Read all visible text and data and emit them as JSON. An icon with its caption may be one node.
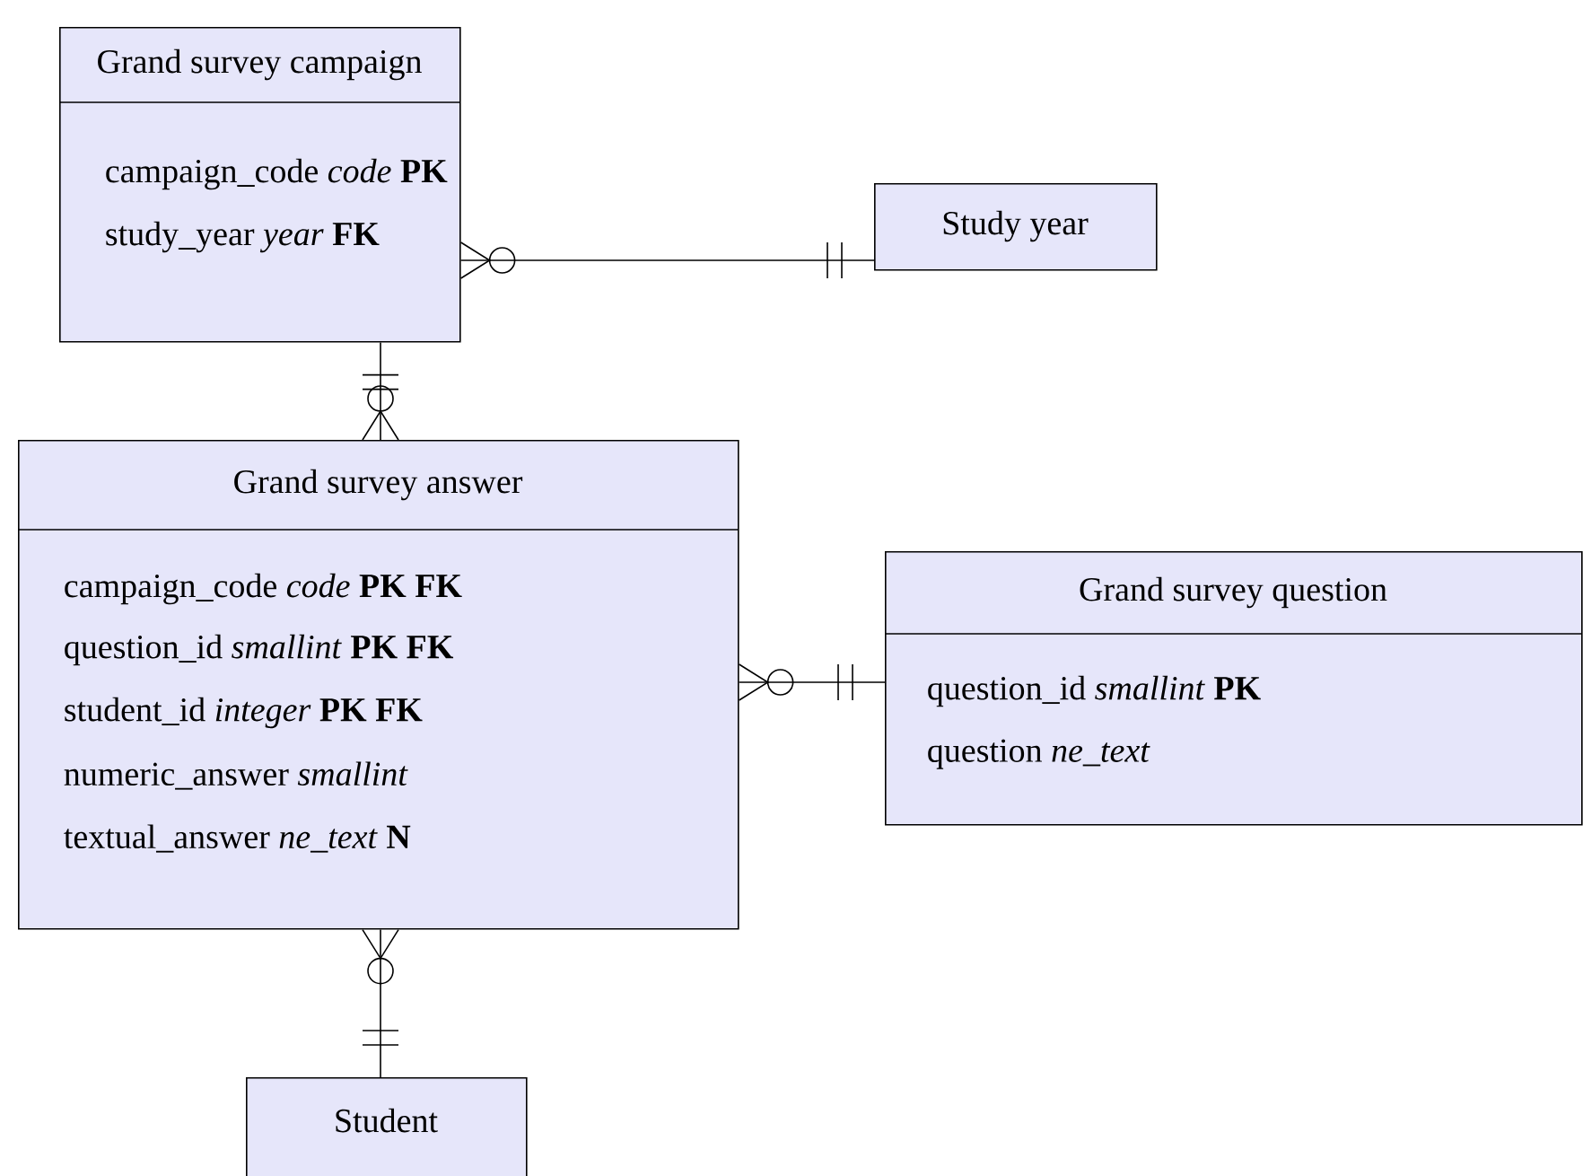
{
  "diagram": {
    "nodes": [
      {
        "text": [
          "Grand survey campaign",
          "campaign_code *code* **PK**",
          "study_year *year* **FK**"
        ]
      },
      {
        "text": [
          "Study year"
        ]
      },
      {
        "text": [
          "Grand survey answer",
          "campaign_code *code* **PK FK**",
          "question_id *smallint* **PK FK**",
          "student_id *integer* **PK FK**",
          "numeric_answer *smallint*",
          "textual_answer *ne_text* **N**"
        ]
      },
      {
        "text": [
          "Grand survey question",
          "question_id *smallint* **PK**",
          "question *ne_text*"
        ]
      },
      {
        "text": [
          "Student"
        ]
      }
    ],
    "edges": [
      {
        "from": 0,
        "to": 1,
        "arrow": "other"
      },
      {
        "from": 2,
        "to": 0,
        "arrow": "other"
      },
      {
        "from": 2,
        "to": 3,
        "arrow": "other"
      },
      {
        "from": 2,
        "to": 4,
        "arrow": "other"
      }
    ]
  }
}
